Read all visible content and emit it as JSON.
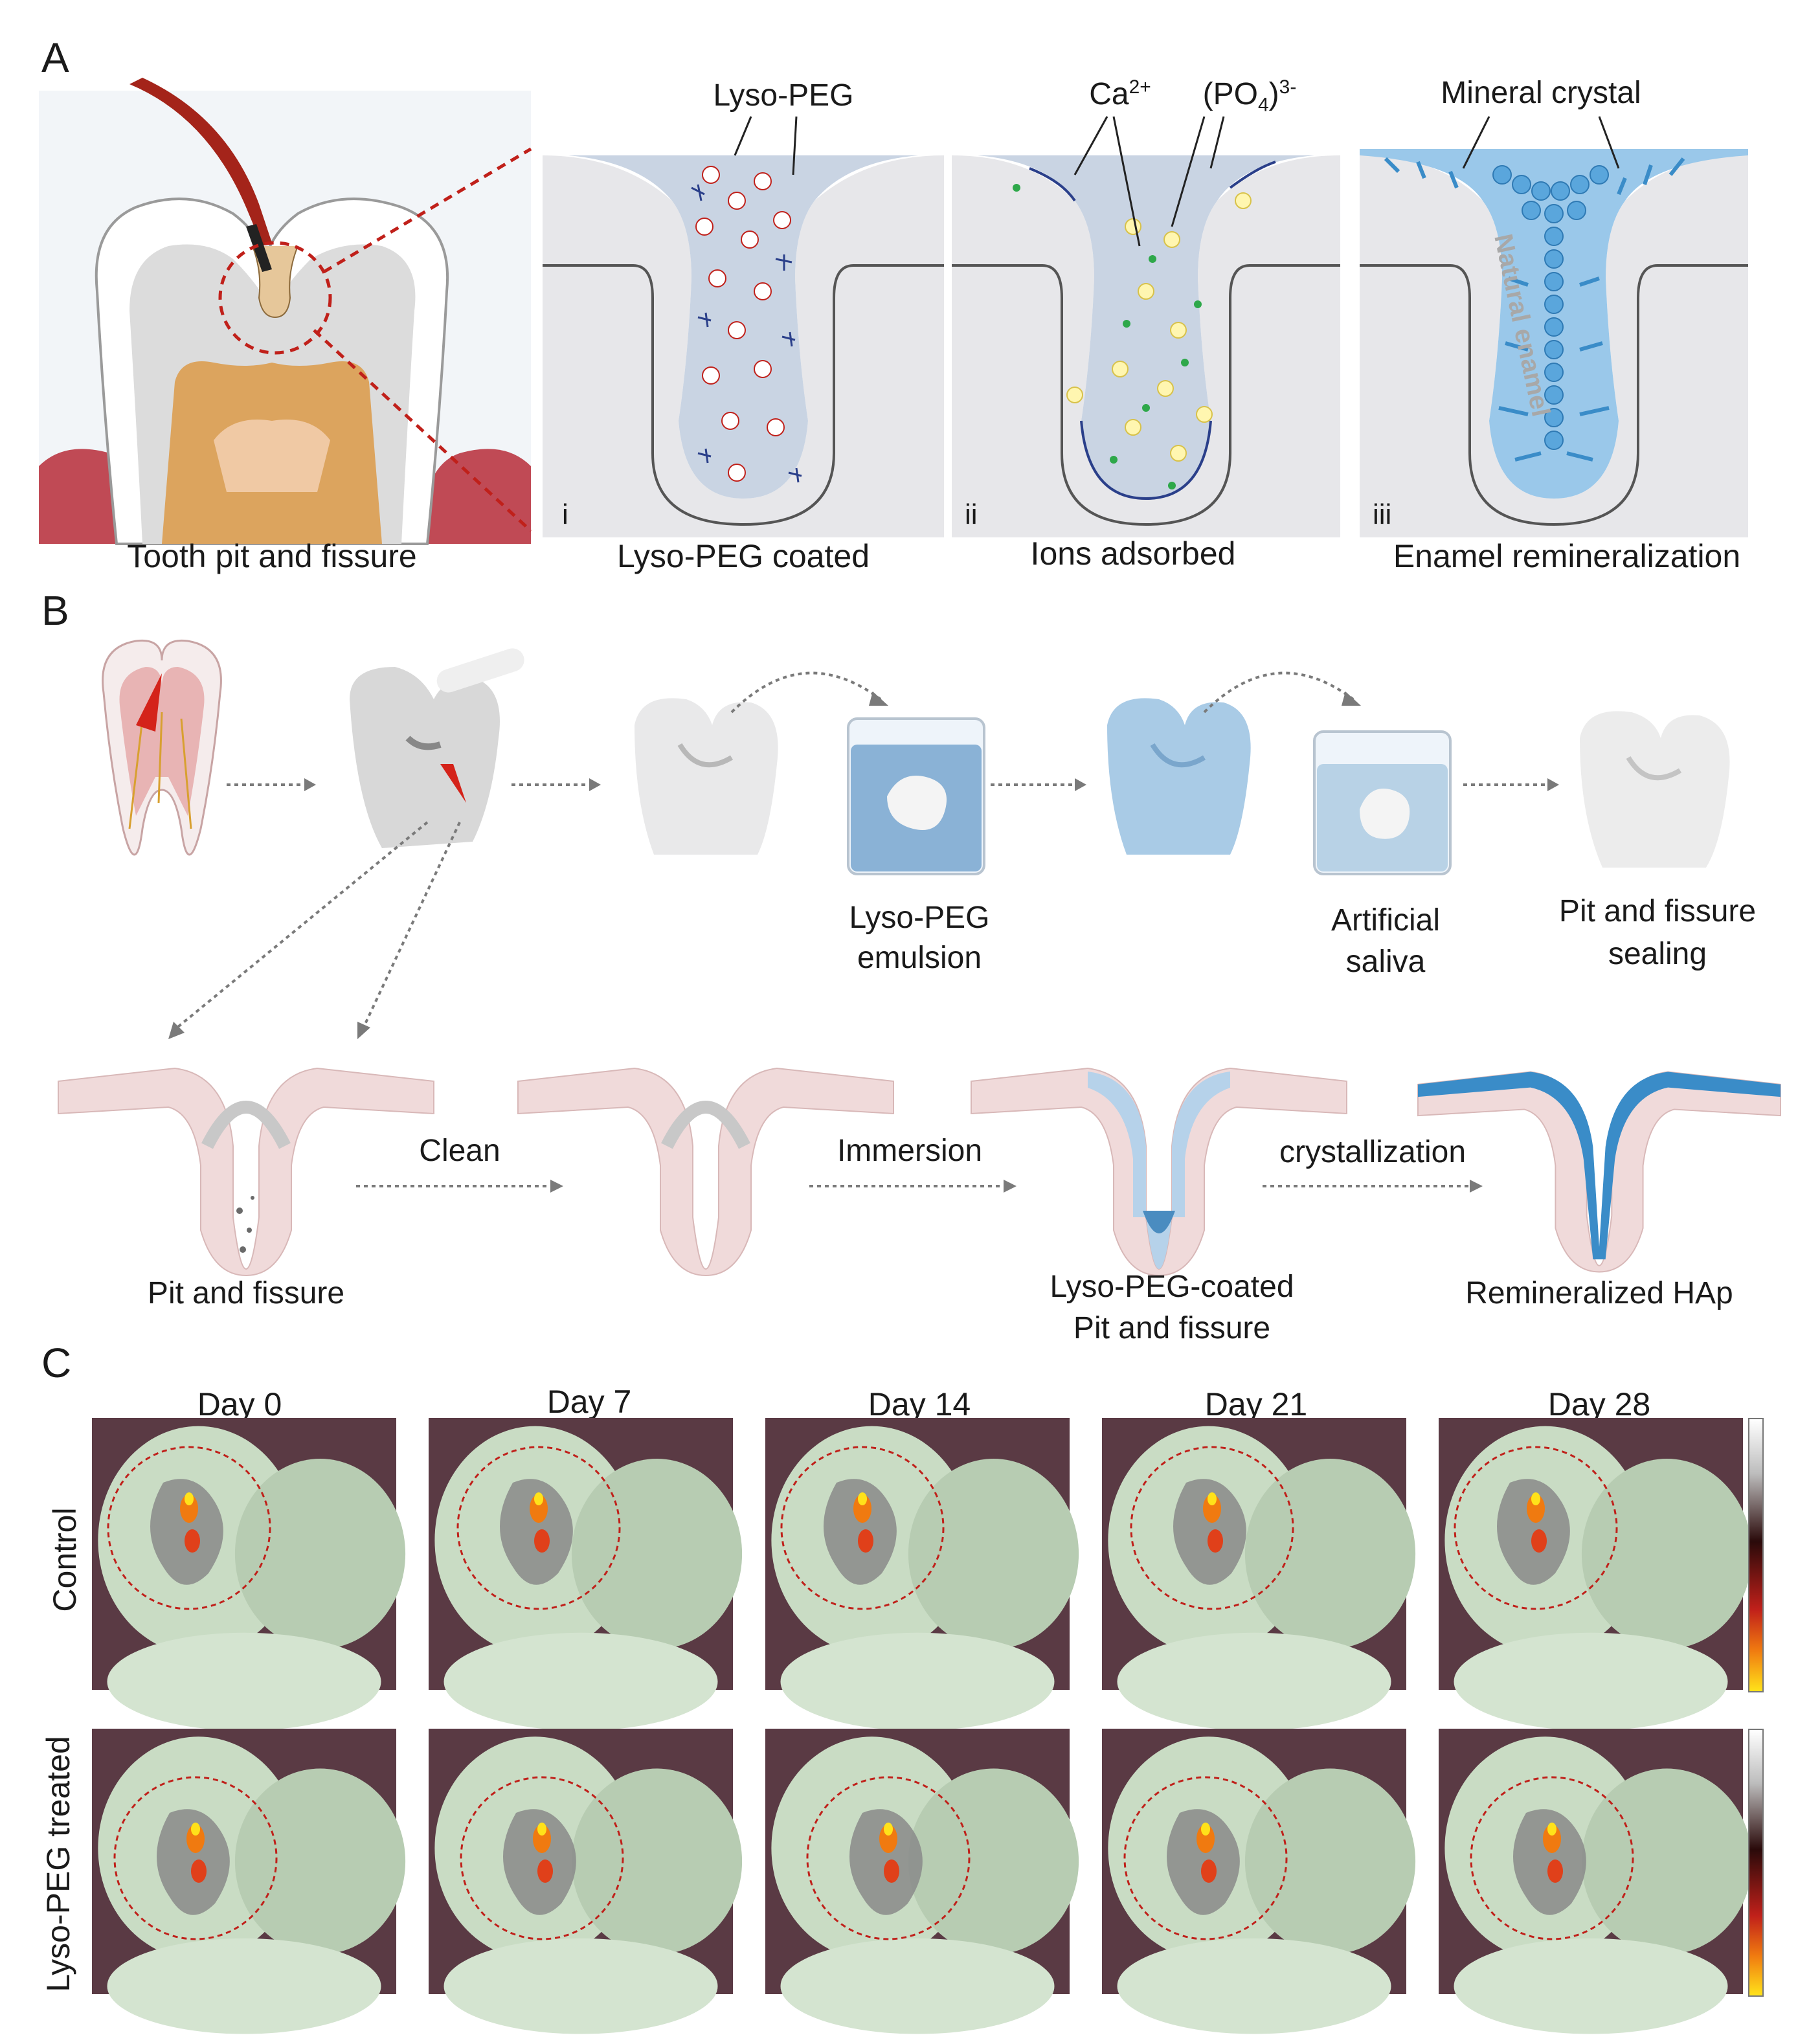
{
  "panels": {
    "A": {
      "letter": "A",
      "stages": [
        {
          "caption": "Tooth pit and fissure"
        },
        {
          "roman": "i",
          "caption": "Lyso-PEG coated",
          "annotation": "Lyso-PEG"
        },
        {
          "roman": "ii",
          "caption": "Ions adsorbed",
          "ion1": "Ca",
          "ion1_sup": "2+",
          "ion2": "(PO",
          "ion2_sub": "4",
          "ion2_close": ")",
          "ion2_sup": "3-"
        },
        {
          "roman": "iii",
          "caption": "Enamel remineralization",
          "annotation": "Mineral crystal",
          "side_label": "Natural enamel"
        }
      ]
    },
    "B": {
      "letter": "B",
      "top_labels": {
        "emulsion_l1": "Lyso-PEG",
        "emulsion_l2": "emulsion",
        "saliva_l1": "Artificial",
        "saliva_l2": "saliva",
        "sealing_l1": "Pit and fissure",
        "sealing_l2": "sealing"
      },
      "bottom": {
        "step1_caption": "Pit and fissure",
        "arrow1": "Clean",
        "arrow2": "Immersion",
        "arrow3": "crystallization",
        "step3_caption_l1": "Lyso-PEG-coated",
        "step3_caption_l2": "Pit and fissure",
        "step4_caption": "Remineralized HAp"
      }
    },
    "C": {
      "letter": "C",
      "days": [
        "Day 0",
        "Day 7",
        "Day 14",
        "Day 21",
        "Day 28"
      ],
      "rows": [
        "Control",
        "Lyso-PEG treated"
      ]
    }
  },
  "colors": {
    "enamel_fill": "#e4e4e4",
    "fissure_blue": "#b8c8dc",
    "crystal_blue": "#5aa6dc",
    "dashed_red": "#c0201a",
    "arrow_gray": "#7a7a7a"
  }
}
